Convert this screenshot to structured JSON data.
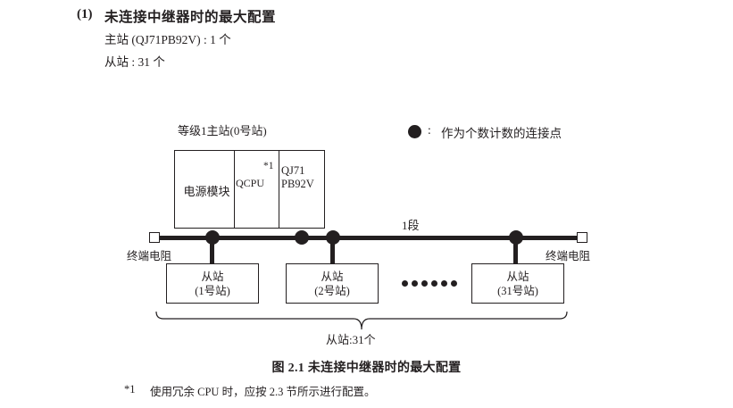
{
  "heading": {
    "number": "(1)",
    "title": "未连接中继器时的最大配置",
    "spec_master": "主站 (QJ71PB92V) : 1 个",
    "spec_slave": "从站 : 31 个"
  },
  "legend": {
    "icon": "filled-circle-icon",
    "separator": ":",
    "text": "作为个数计数的连接点"
  },
  "diagram": {
    "master": {
      "caption": "等级1主站(0号站)",
      "power_module": "电源模块",
      "cpu": "QCPU",
      "footnote_ref": "*1",
      "network_module_line1": "QJ71",
      "network_module_line2": "PB92V"
    },
    "bus": {
      "segment_label": "1段",
      "terminator_left": "终端电阻",
      "terminator_right": "终端电阻"
    },
    "slaves": [
      {
        "name": "从站",
        "station": "(1号站)"
      },
      {
        "name": "从站",
        "station": "(2号站)"
      },
      {
        "name": "从站",
        "station": "(31号站)"
      }
    ],
    "ellipsis_dot_count": 6,
    "brace_label": "从站:31个"
  },
  "figure": {
    "caption": "图 2.1  未连接中继器时的最大配置"
  },
  "footnote": {
    "mark": "*1",
    "text": "使用冗余 CPU 时，应按 2.3 节所示进行配置。"
  },
  "colors": {
    "ink": "#231f20",
    "background": "#ffffff"
  }
}
